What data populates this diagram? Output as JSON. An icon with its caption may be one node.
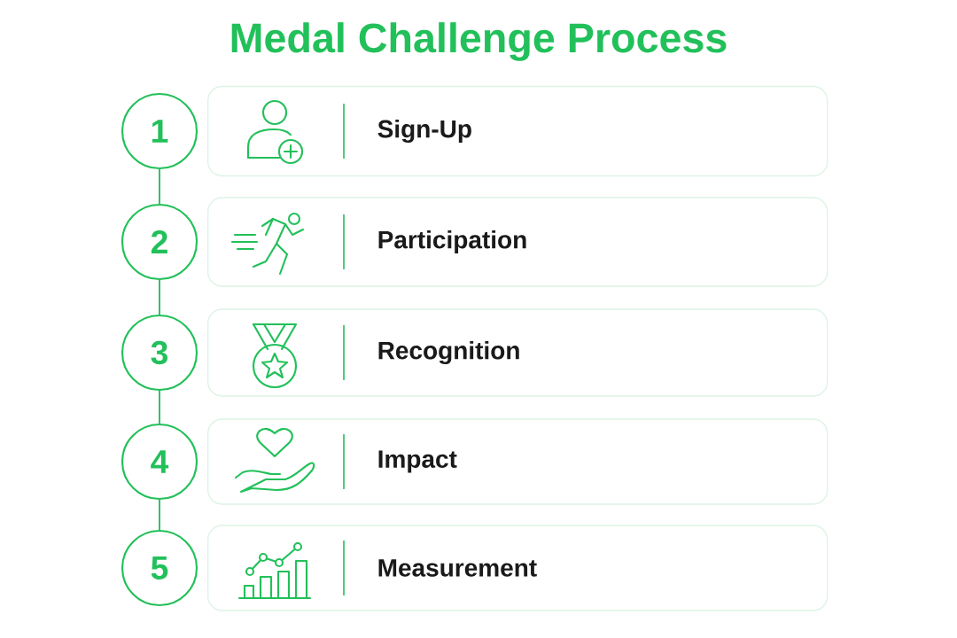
{
  "diagram": {
    "title": "Medal Challenge Process",
    "nodes": [
      {
        "text": [
          "1"
        ]
      },
      {
        "text": [
          "2"
        ]
      },
      {
        "text": [
          "3"
        ]
      },
      {
        "text": [
          "4"
        ]
      },
      {
        "text": [
          "5"
        ]
      },
      {
        "text": [
          "Sign-Up"
        ]
      },
      {
        "text": [
          "Participation"
        ]
      },
      {
        "text": [
          "Recognition"
        ]
      },
      {
        "text": [
          "Impact"
        ]
      },
      {
        "text": [
          "Measurement"
        ]
      }
    ],
    "edges": [
      {
        "from": 0,
        "to": 1,
        "arrow": "none"
      },
      {
        "from": 1,
        "to": 2,
        "arrow": "none"
      },
      {
        "from": 2,
        "to": 3,
        "arrow": "none"
      },
      {
        "from": 3,
        "to": 4,
        "arrow": "none"
      }
    ]
  }
}
